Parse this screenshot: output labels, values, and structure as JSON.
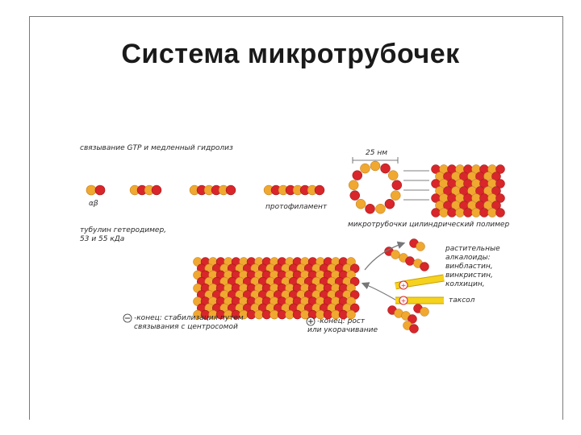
{
  "slide": {
    "title": "Система микротрубочек"
  },
  "diagram": {
    "gtp_label": "связывание GTP и медленный гидролиз",
    "dimer_label": "αβ",
    "heterodimer_label_line1": "тубулин гетеродимер,",
    "heterodimer_label_line2": "53 и 55 кДа",
    "protofilament_label": "протофиламент",
    "diameter_label": "25 нм",
    "cylinder_label": "микротрубочки цилиндрический полимер",
    "alkaloids_line1": "растительные",
    "alkaloids_line2": "алкалоиды:",
    "alkaloids_line3": "винбластин,",
    "alkaloids_line4": "винкристин,",
    "alkaloids_line5": "колхицин,",
    "taxol_label": "таксол",
    "minus_end_line1": "-конец: стабилизация путем",
    "minus_end_line2": "связывания с центросомой",
    "plus_end_line1": "-конец: рост",
    "plus_end_line2": "или укорачивание"
  },
  "colors": {
    "alpha_subunit": "#f0a830",
    "beta_subunit": "#d8262a",
    "arrow_yellow": "#f5d21e",
    "gray_arrow": "#777777"
  }
}
